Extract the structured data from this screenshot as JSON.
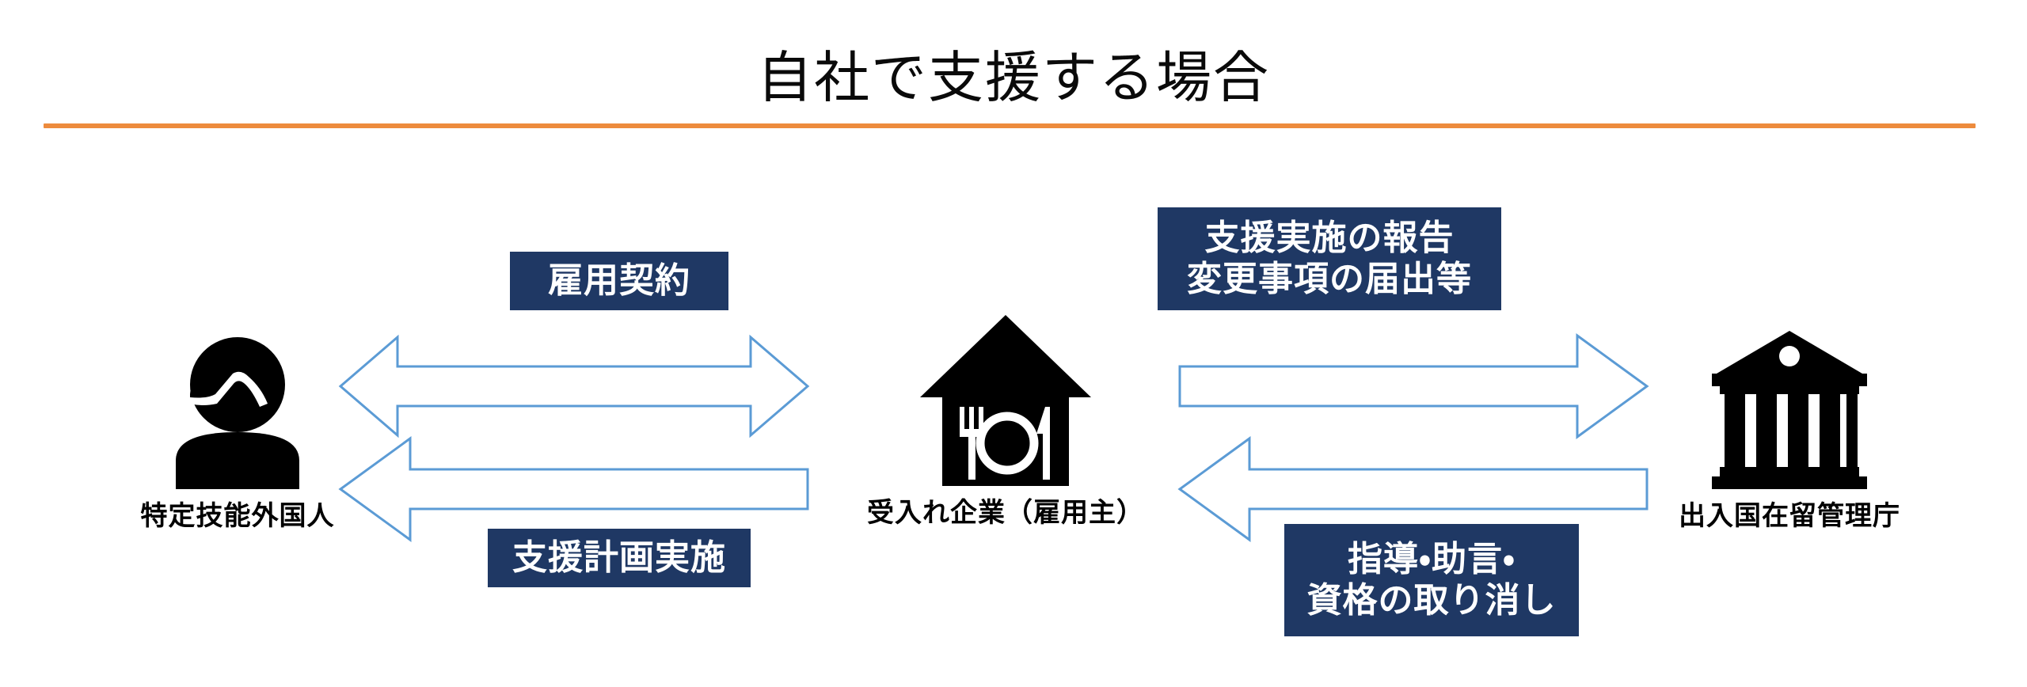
{
  "header": {
    "title": "自社で支援する場合",
    "rule_color": "#ED8B3D"
  },
  "theme": {
    "label_background": "#1F3864",
    "label_text": "#FFFFFF",
    "arrow_stroke": "#5B9BD5",
    "arrow_fill": "#FFFFFF",
    "icon_color": "#000000",
    "page_background": "#FFFFFF"
  },
  "diagram": {
    "type": "flow",
    "nodes": [
      {
        "id": "worker",
        "caption": "特定技能外国人",
        "icon": "person-silhouette-icon"
      },
      {
        "id": "company",
        "caption": "受入れ企業（雇用主）",
        "icon": "restaurant-house-icon"
      },
      {
        "id": "agency",
        "caption": "出入国在留管理庁",
        "icon": "government-building-icon"
      }
    ],
    "labels": [
      {
        "id": "contract",
        "lines": [
          "雇用契約"
        ],
        "between": [
          "worker",
          "company"
        ]
      },
      {
        "id": "report",
        "lines": [
          "支援実施の報告",
          "変更事項の届出等"
        ],
        "between": [
          "company",
          "agency"
        ]
      },
      {
        "id": "support",
        "lines": [
          "支援計画実施"
        ],
        "between": [
          "company",
          "worker"
        ]
      },
      {
        "id": "guidance",
        "lines": [
          "指導・助言・",
          "資格の取り消し"
        ],
        "between": [
          "agency",
          "company"
        ]
      }
    ],
    "arrows": [
      {
        "id": "contract",
        "direction": "bidirectional",
        "from": "worker",
        "to": "company",
        "label": "雇用契約"
      },
      {
        "id": "support",
        "direction": "left",
        "from": "company",
        "to": "worker",
        "label": "支援計画実施"
      },
      {
        "id": "report",
        "direction": "right",
        "from": "company",
        "to": "agency",
        "label": "支援実施の報告 / 変更事項の届出等"
      },
      {
        "id": "guidance",
        "direction": "left",
        "from": "agency",
        "to": "company",
        "label": "指導・助言・ / 資格の取り消し"
      }
    ]
  }
}
